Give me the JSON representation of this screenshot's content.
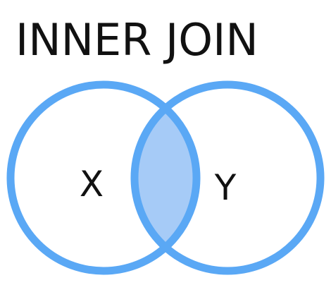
{
  "title": "INNER JOIN",
  "sets": {
    "left_label": "X",
    "right_label": "Y"
  },
  "colors": {
    "stroke": "#5aa8f5",
    "intersection_fill": "#a6cbf7",
    "text": "#111111",
    "background": "#ffffff"
  }
}
